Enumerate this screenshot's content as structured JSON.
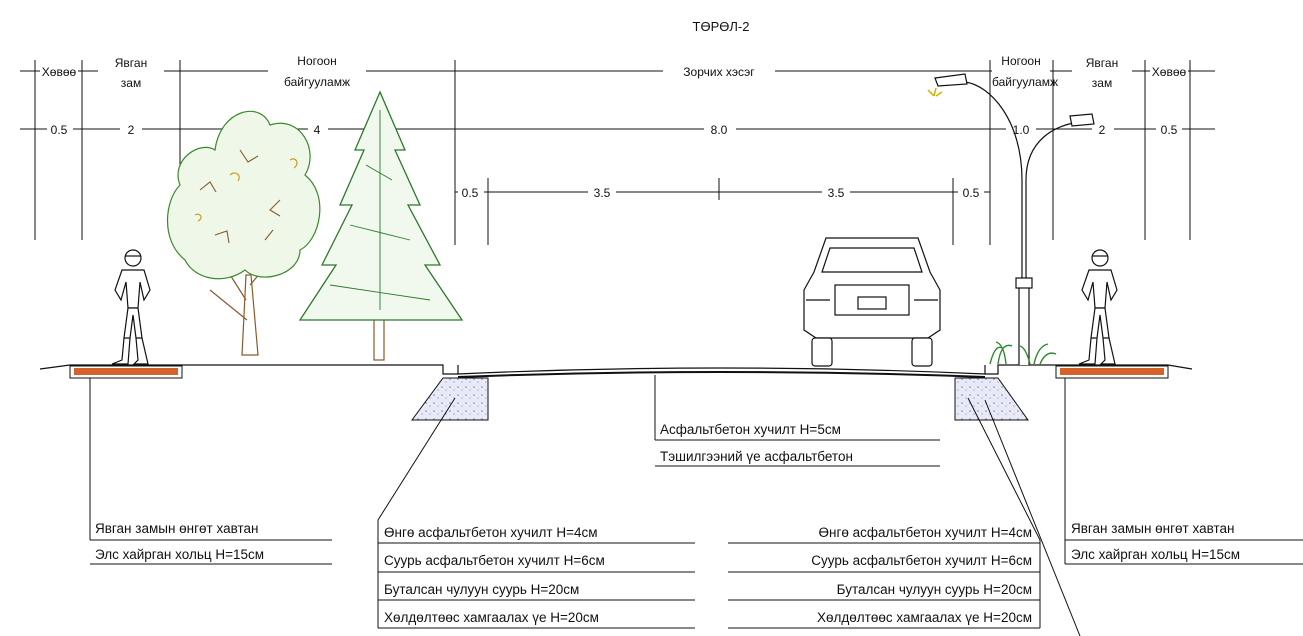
{
  "title": "ТӨРӨЛ-2",
  "zones": {
    "left_edge": "Хөвөө",
    "left_walk": [
      "Явган",
      "зам"
    ],
    "left_green": [
      "Ногоон",
      "байгууламж"
    ],
    "roadway": "Зорчих хэсэг",
    "right_green": [
      "Ногоон",
      "байгууламж"
    ],
    "right_walk": [
      "Явган",
      "зам"
    ],
    "right_edge": "Хөвөө"
  },
  "widths": {
    "left_edge": "0.5",
    "left_walk": "2",
    "left_green": "4",
    "roadway": "8.0",
    "right_green": "1.0",
    "right_walk": "2",
    "right_edge": "0.5"
  },
  "lanes": [
    "0.5",
    "3.5",
    "3.5",
    "0.5"
  ],
  "callouts": {
    "road_center": [
      "Асфальтбетон хучилт H=5см",
      "Тэшилгээний үе асфальтбетон"
    ],
    "left_sidewalk": [
      "Явган замын өнгөт хавтан",
      "Элс хайрган хольц H=15см"
    ],
    "left_shoulder": [
      "Өнгө асфальтбетон хучилт H=4см",
      "Суурь асфальтбетон хучилт H=6см",
      "Буталсан чулуун суурь H=20см",
      "Хөлдөлтөөс хамгаалах үе H=20см"
    ],
    "right_shoulder": [
      "Өнгө асфальтбетон хучилт H=4см",
      "Суурь асфальтбетон хучилт H=6см",
      "Буталсан чулуун суурь H=20см",
      "Хөлдөлтөөс хамгаалах үе H=20см"
    ],
    "right_sidewalk": [
      "Явган замын өнгөт хавтан",
      "Элс хайрган хольц H=15см"
    ]
  }
}
